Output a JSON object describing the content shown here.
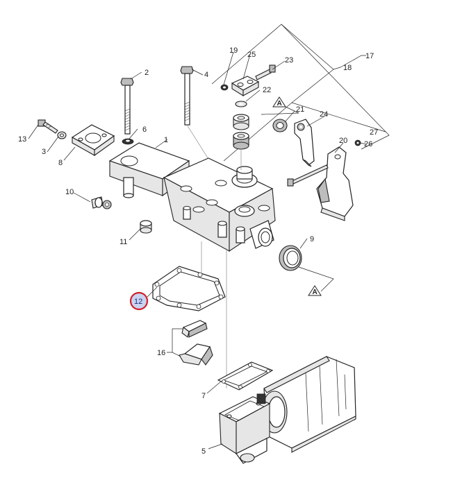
{
  "diagram": {
    "callouts": [
      {
        "id": "1",
        "label": "1"
      },
      {
        "id": "2",
        "label": "2"
      },
      {
        "id": "3",
        "label": "3"
      },
      {
        "id": "4",
        "label": "4"
      },
      {
        "id": "5",
        "label": "5"
      },
      {
        "id": "6",
        "label": "6"
      },
      {
        "id": "7",
        "label": "7"
      },
      {
        "id": "8",
        "label": "8"
      },
      {
        "id": "9",
        "label": "9"
      },
      {
        "id": "10",
        "label": "10"
      },
      {
        "id": "11",
        "label": "11"
      },
      {
        "id": "12",
        "label": "12"
      },
      {
        "id": "13",
        "label": "13"
      },
      {
        "id": "16",
        "label": "16"
      },
      {
        "id": "17",
        "label": "17"
      },
      {
        "id": "18",
        "label": "18"
      },
      {
        "id": "19",
        "label": "19"
      },
      {
        "id": "20",
        "label": "20"
      },
      {
        "id": "21",
        "label": "21"
      },
      {
        "id": "22",
        "label": "22"
      },
      {
        "id": "23",
        "label": "23"
      },
      {
        "id": "24",
        "label": "24"
      },
      {
        "id": "25",
        "label": "25"
      },
      {
        "id": "26",
        "label": "26"
      },
      {
        "id": "27",
        "label": "27"
      }
    ],
    "reference_marks": [
      {
        "id": "ref-a-top",
        "label": "A"
      },
      {
        "id": "ref-a-bottom",
        "label": "A"
      }
    ],
    "highlighted_callout": "12",
    "colors": {
      "highlight_ring": "#d0202a",
      "highlight_fill": "#c9d3ef",
      "line": "#222222",
      "part_fill": "#ffffff",
      "shade": "#e6e6e6"
    }
  }
}
